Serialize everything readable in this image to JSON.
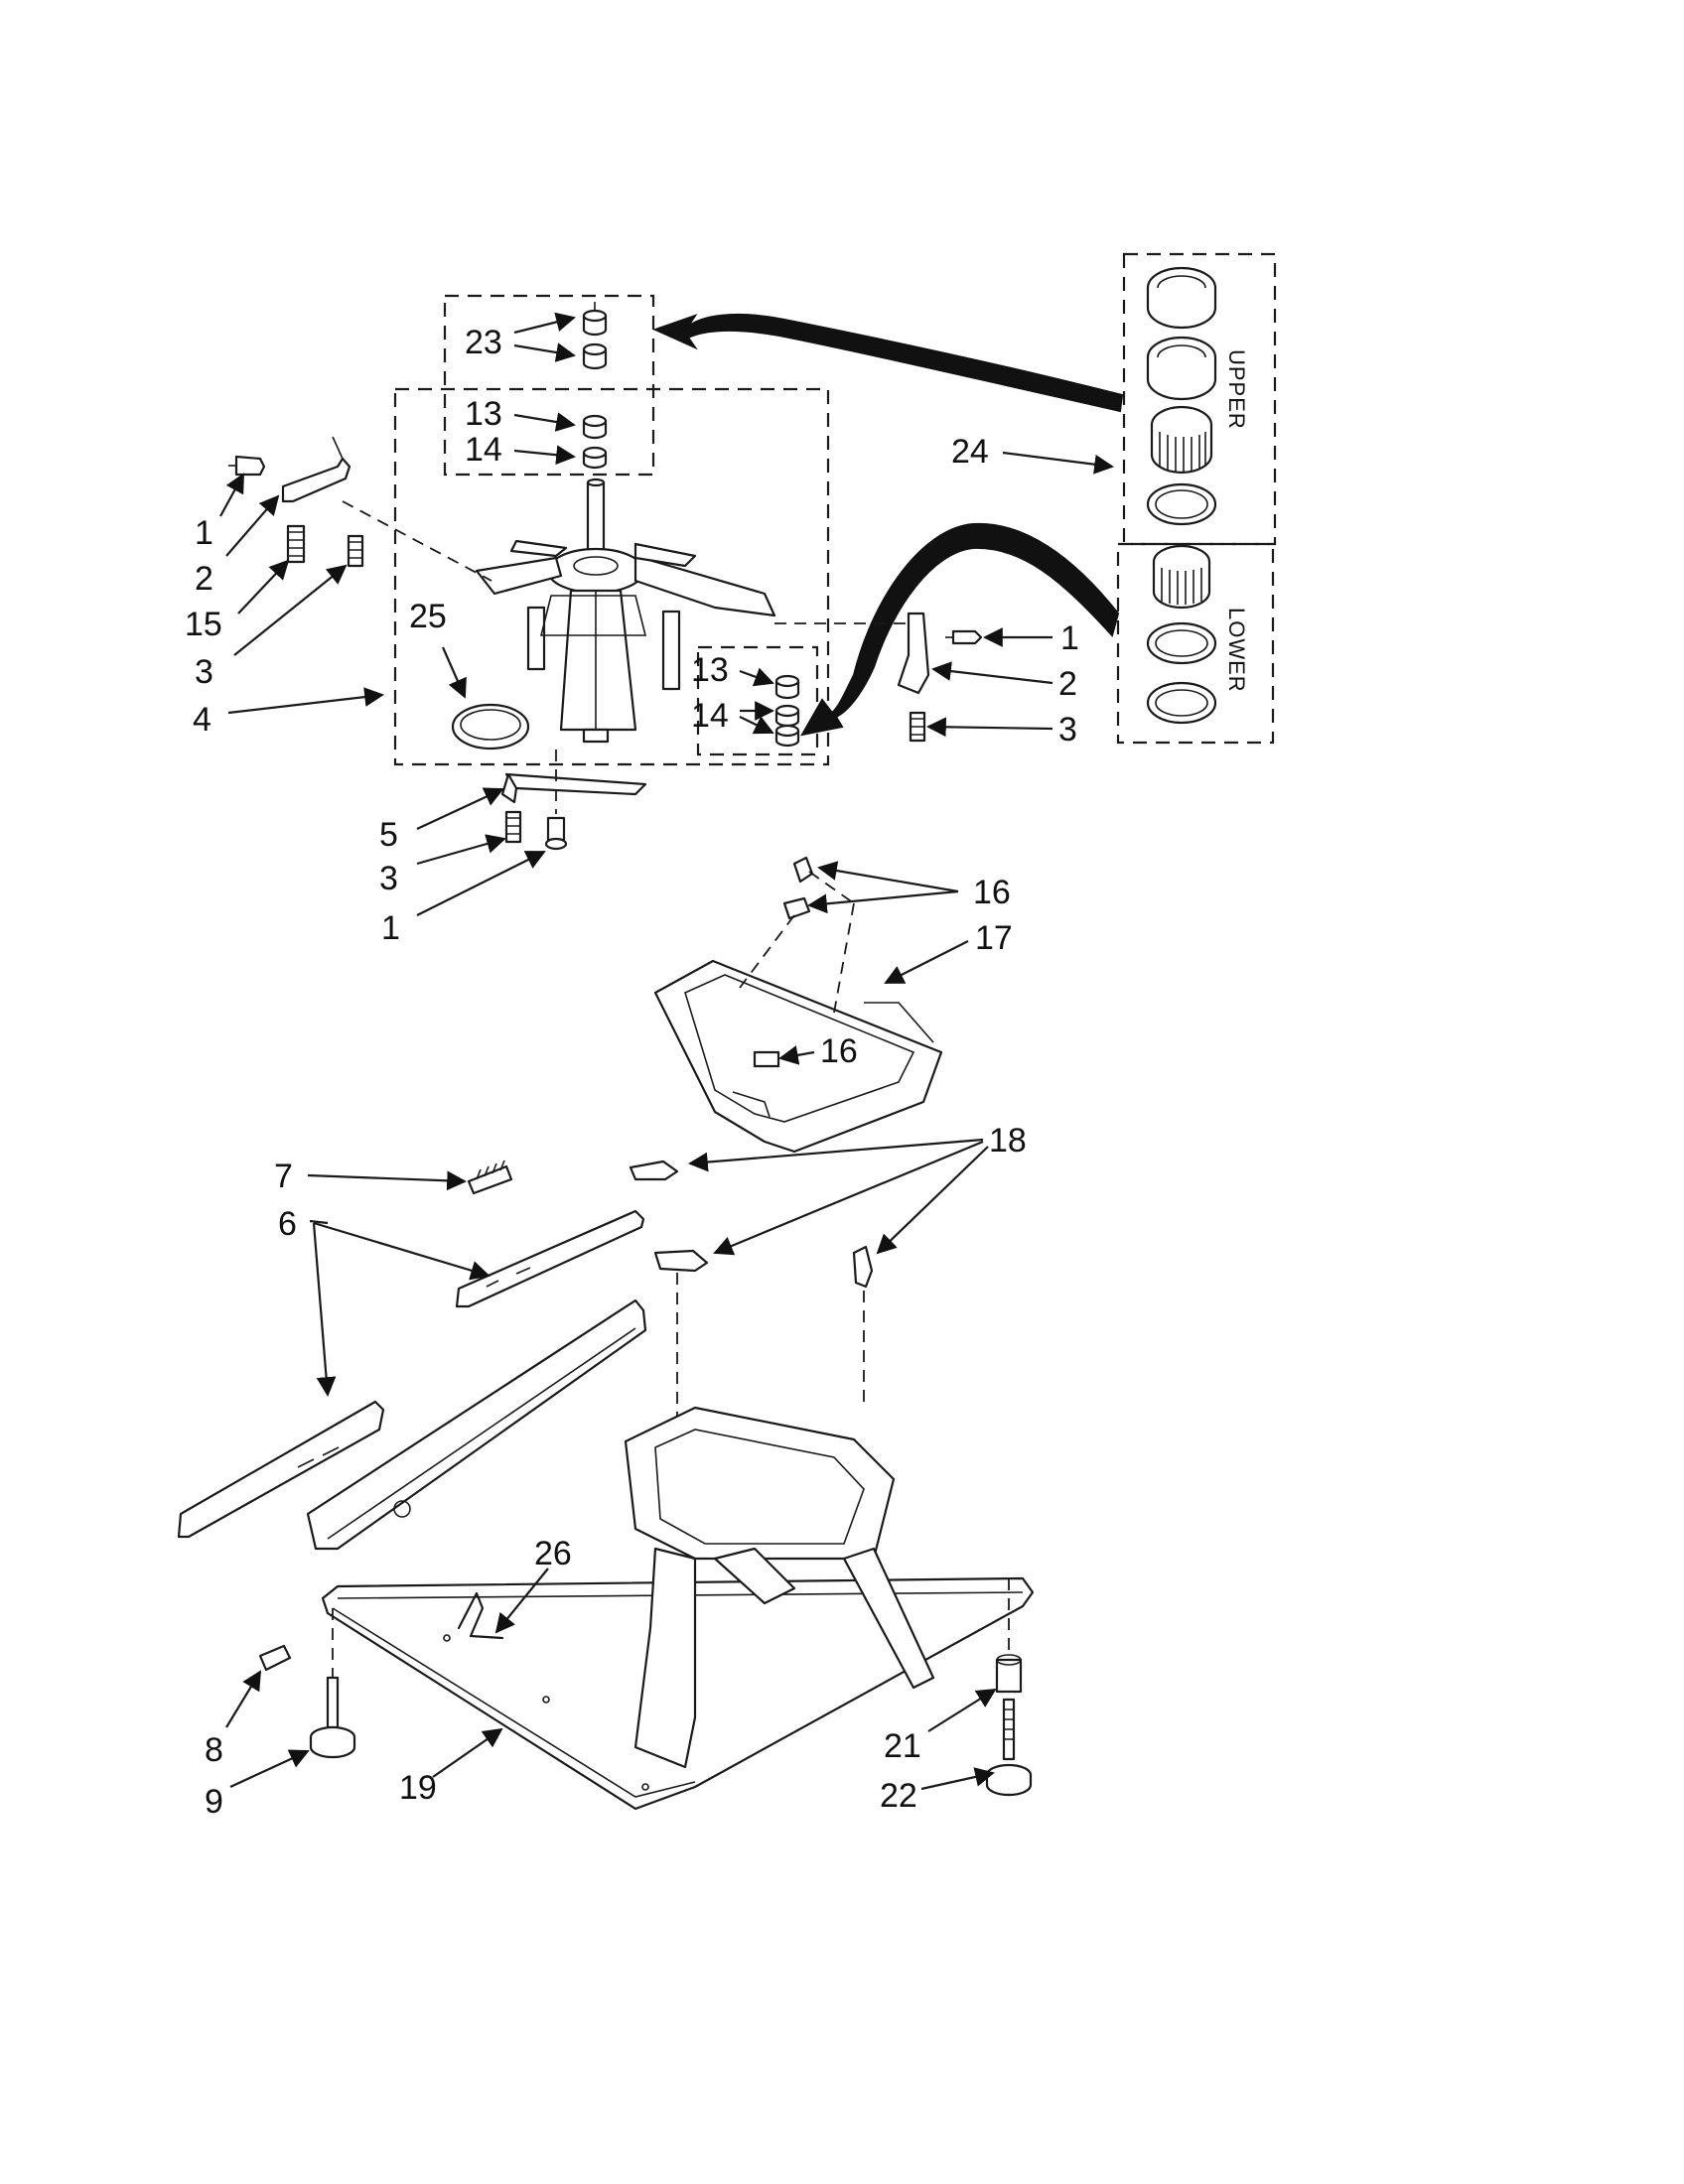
{
  "callouts": {
    "c23": "23",
    "c13a": "13",
    "c14a": "14",
    "c1a": "1",
    "c2a": "2",
    "c15": "15",
    "c3a": "3",
    "c4": "4",
    "c25": "25",
    "c13b": "13",
    "c14b": "14",
    "c1b": "1",
    "c2b": "2",
    "c3b": "3",
    "c24": "24",
    "c5": "5",
    "c3c": "3",
    "c1c": "1",
    "c16a": "16",
    "c17": "17",
    "c16b": "16",
    "c7": "7",
    "c18": "18",
    "c6": "6",
    "c26": "26",
    "c8": "8",
    "c9": "9",
    "c19": "19",
    "c21": "21",
    "c22": "22"
  },
  "kit_labels": {
    "upper": "UPPER",
    "lower": "LOWER"
  }
}
